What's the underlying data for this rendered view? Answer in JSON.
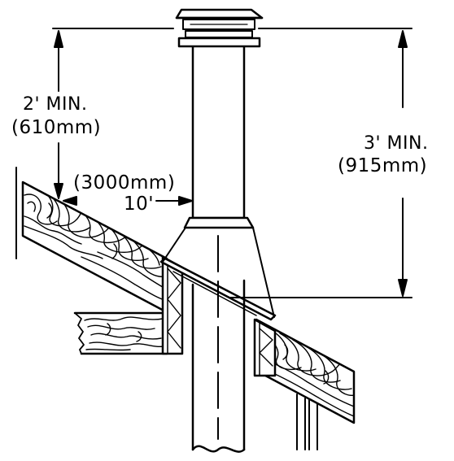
{
  "labels": {
    "two_min": "2' MIN.",
    "two_min_metric": "(610mm)",
    "three_min": "3' MIN.",
    "three_min_metric": "(915mm)",
    "horizontal_metric": "(3000mm)",
    "horizontal": "10'"
  },
  "colors": {
    "line": "#000000",
    "background": "#ffffff"
  }
}
